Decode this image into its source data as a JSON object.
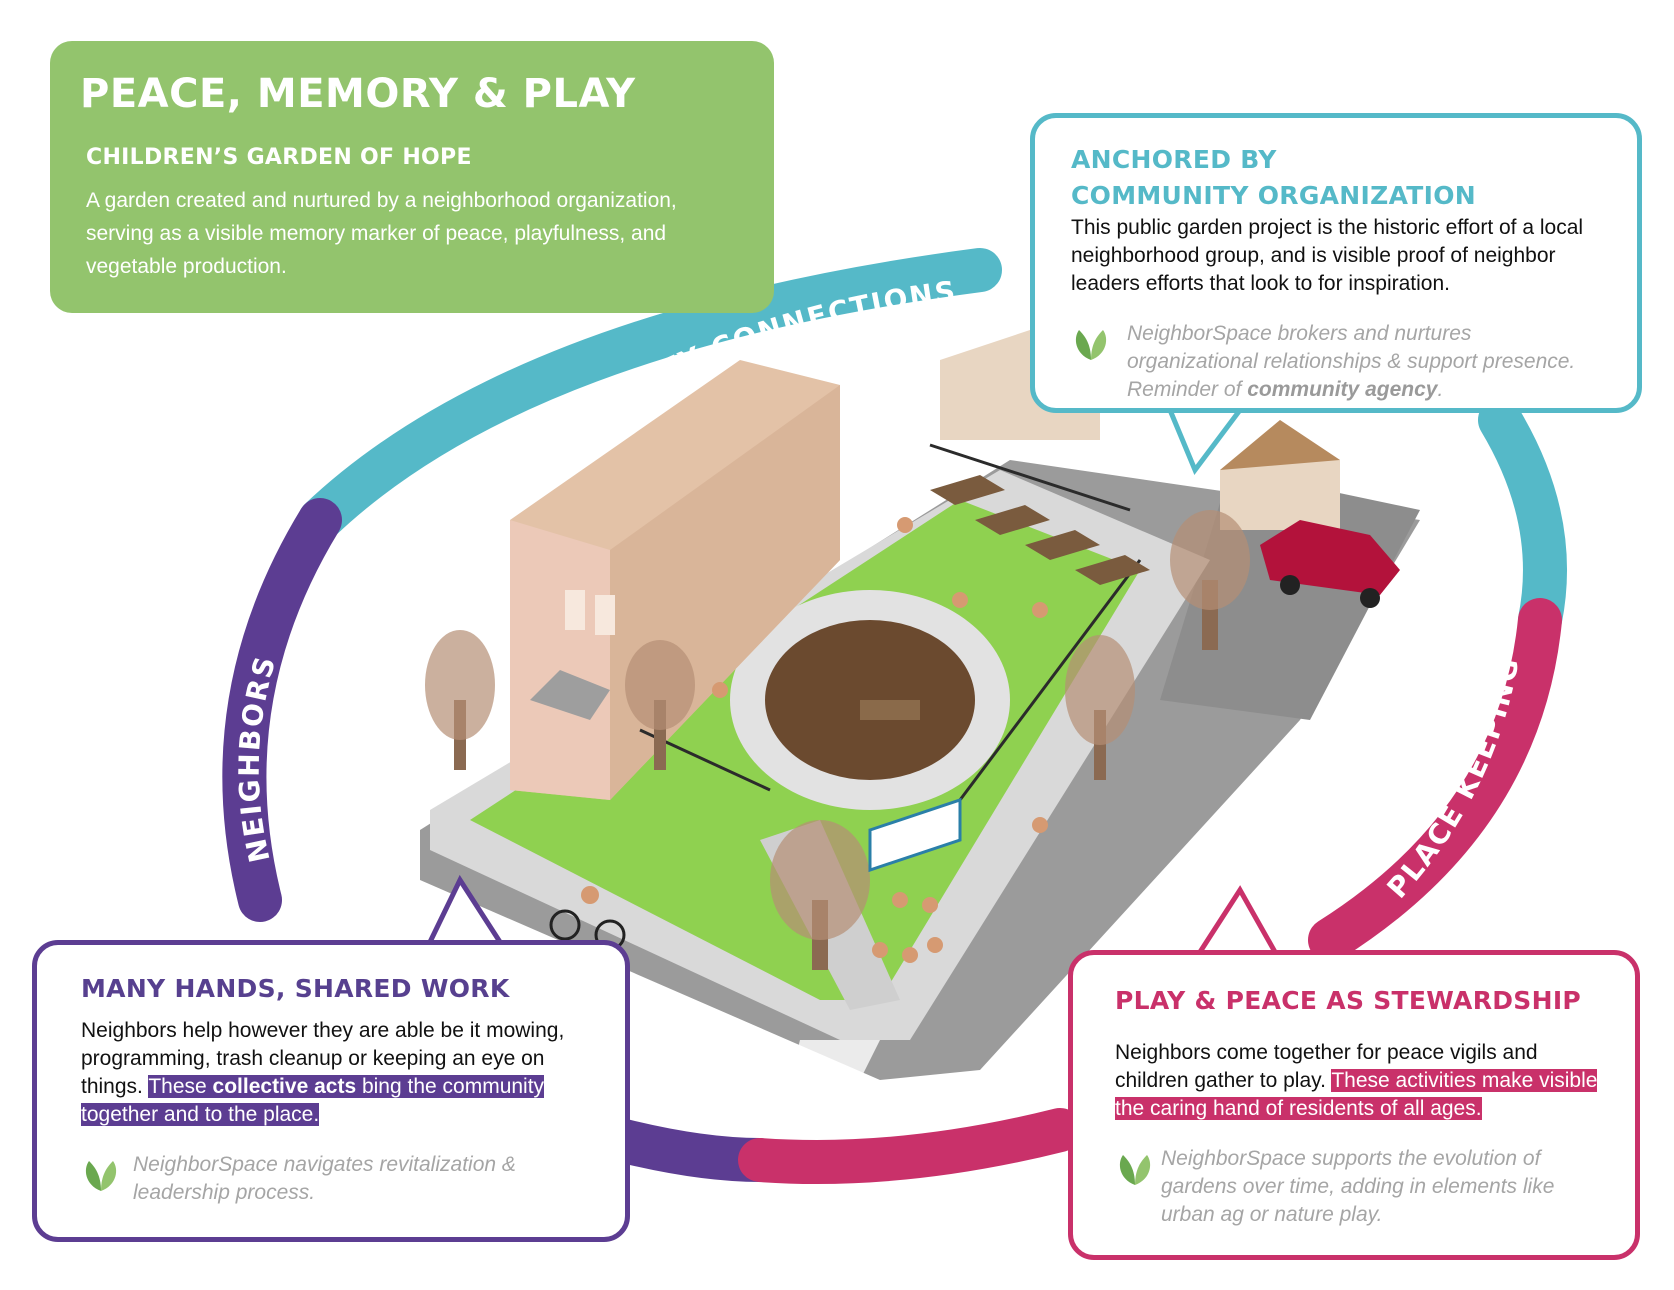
{
  "header": {
    "title": "PEACE, MEMORY & PLAY",
    "subtitle": "CHILDREN’S GARDEN OF HOPE",
    "description": "A garden created and nurtured by a neighborhood organization, serving as a visible memory marker of peace, playfulness, and vegetable production."
  },
  "ring_labels": {
    "community": "COMMUNITY CONNECTIONS",
    "neighbors": "NEIGHBORS",
    "place_keeping": "PLACE KEEPING"
  },
  "anchored": {
    "title_line1": "ANCHORED BY",
    "title_line2": "COMMUNITY ORGANIZATION",
    "body": "This public garden project is the historic effort of a local neighborhood group, and is visible proof of neighbor leaders efforts that look to for inspiration.",
    "note_text": "NeighborSpace brokers and nurtures organizational relationships & support presence. Reminder of ",
    "note_bold": "community agency",
    "note_end": "."
  },
  "many_hands": {
    "title": "MANY HANDS, SHARED WORK",
    "body_plain": "Neighbors help however they are able be it mowing, programming, trash cleanup or keeping an eye on things. ",
    "hl_1": "These ",
    "hl_bold": "collective acts",
    "hl_2": " bing the community together and to the place.",
    "note": "NeighborSpace navigates revitalization & leadership process."
  },
  "play_peace": {
    "title": "PLAY & PEACE AS STEWARDSHIP",
    "body_plain": "Neighbors come together for peace vigils and children gather to play. ",
    "hl": "These activities make visible the caring hand of residents of all ages.",
    "note": "NeighborSpace supports the evolution of gardens over time, adding in elements like urban ag or nature play."
  },
  "colors": {
    "green": "#93c46d",
    "teal": "#55b9c8",
    "purple": "#5c3d92",
    "pink": "#c9316a"
  }
}
